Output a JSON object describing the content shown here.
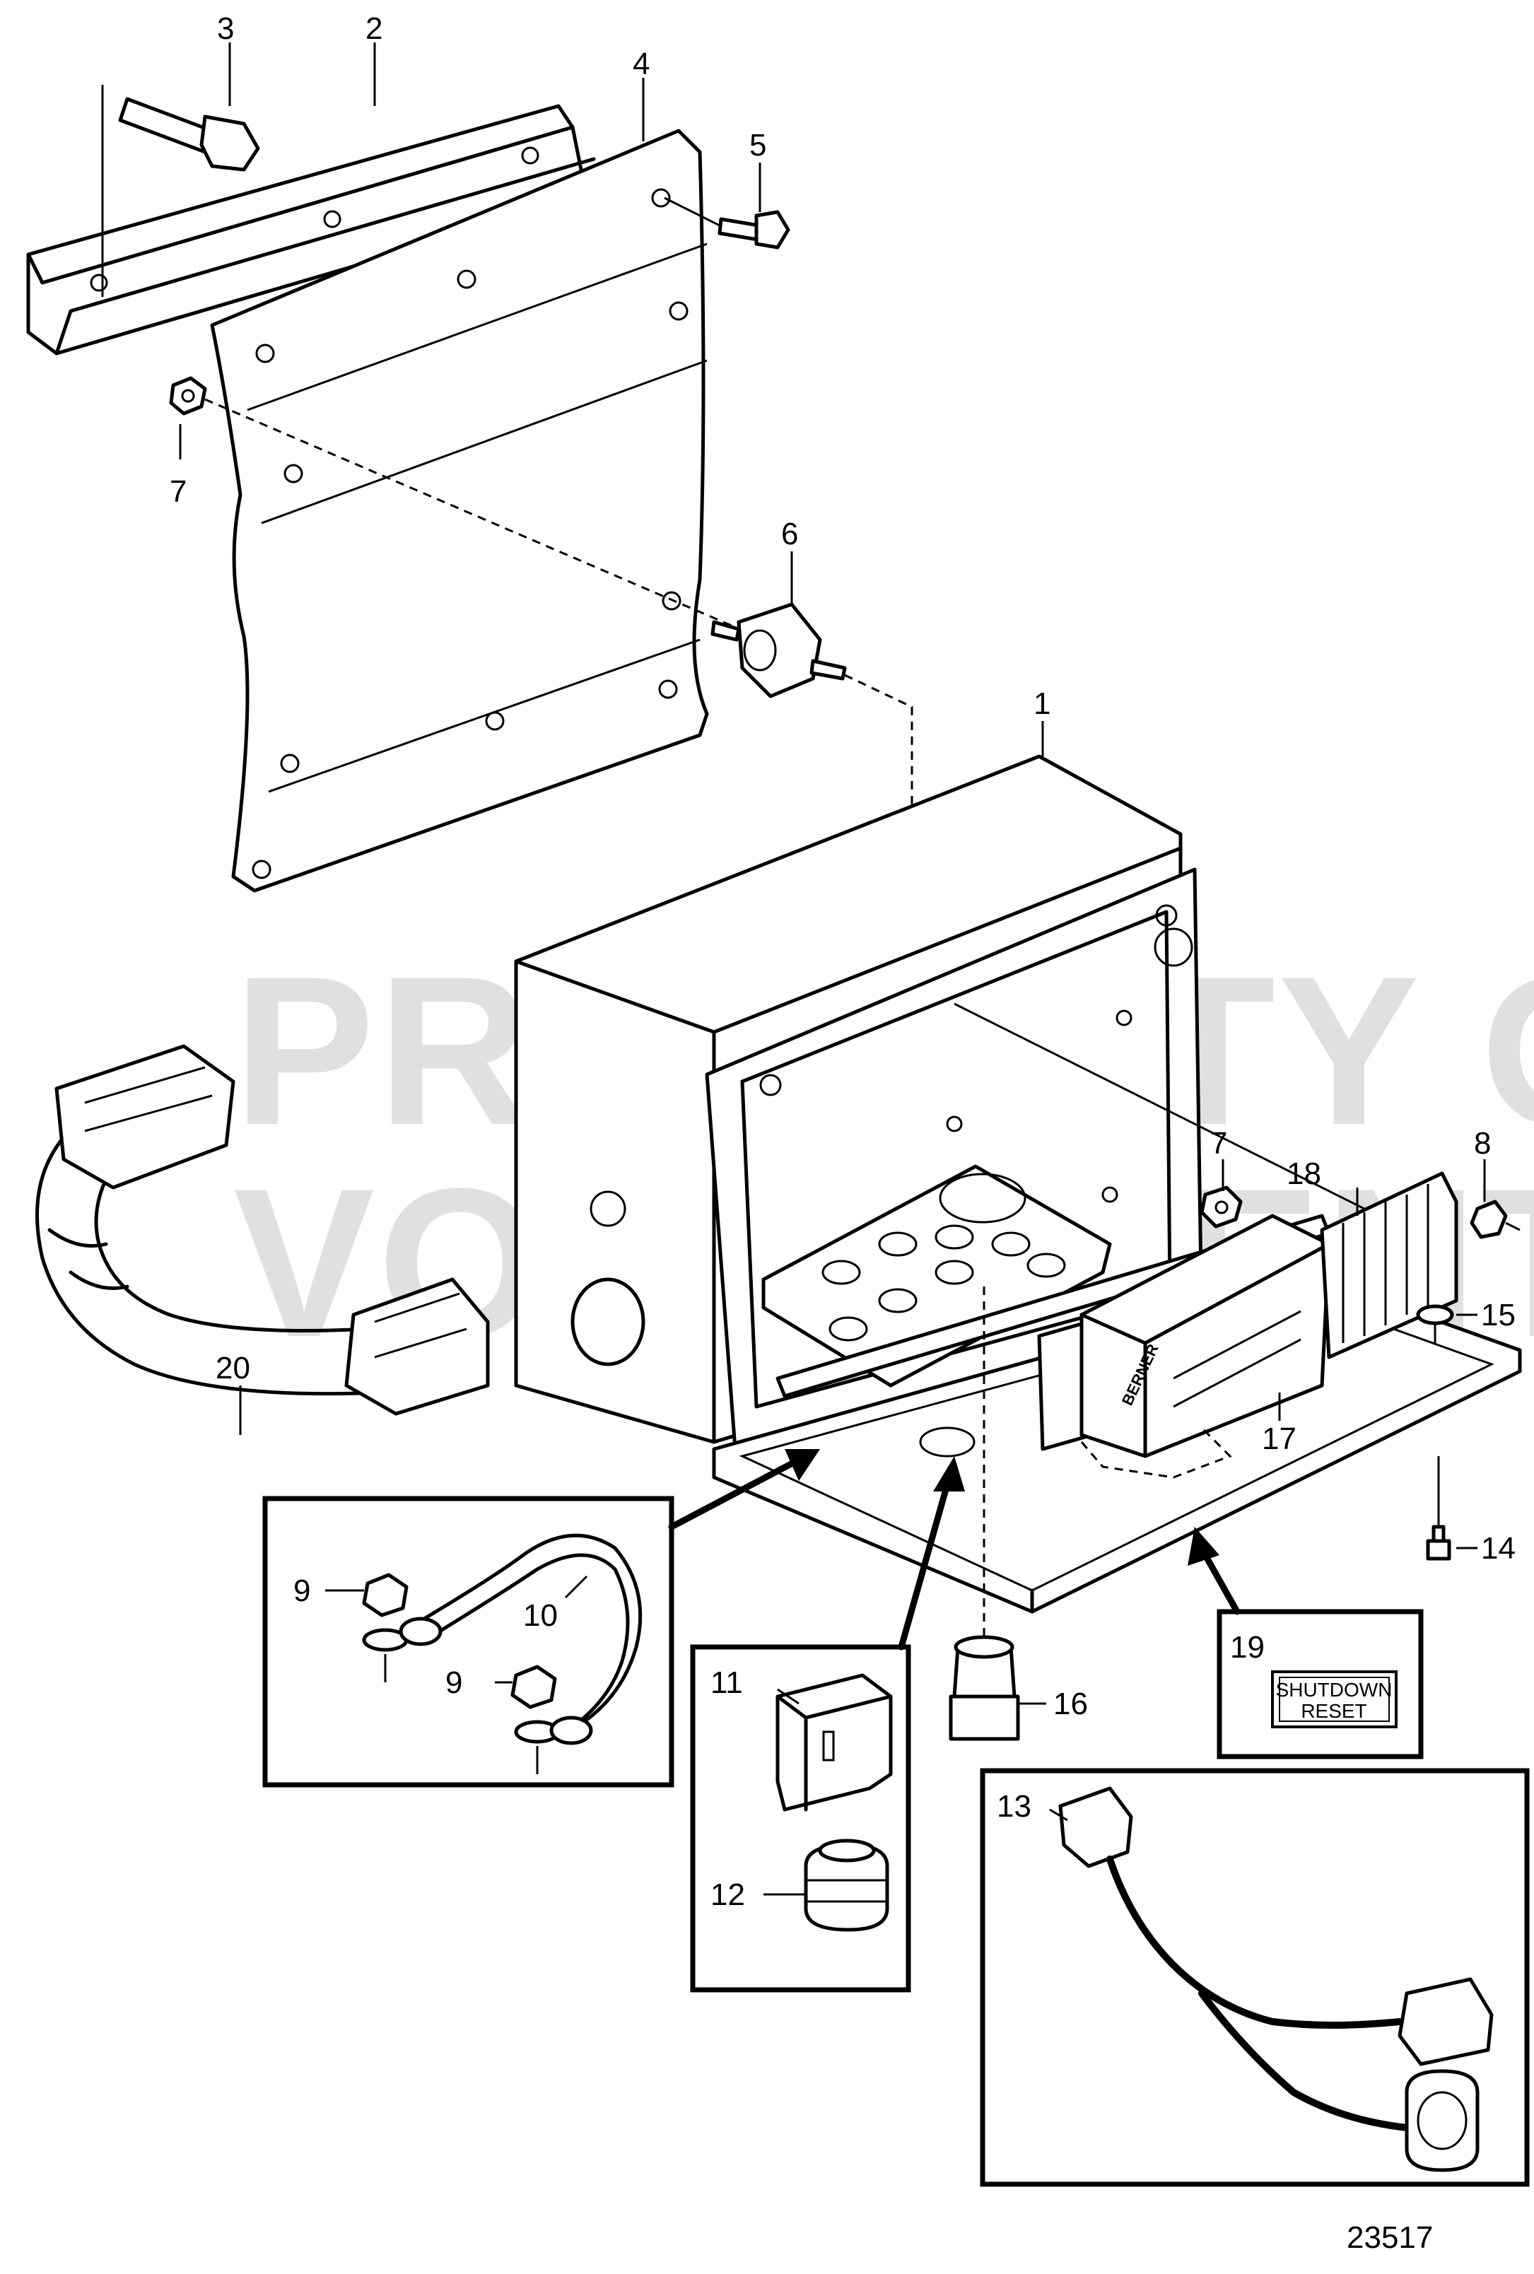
{
  "watermark": {
    "line1": "PROPERTY OF",
    "line2": "VOLVO PENTA"
  },
  "figure_number": "23517",
  "callouts": {
    "c1": "1",
    "c2": "2",
    "c3": "3",
    "c4": "4",
    "c5": "5",
    "c6": "6",
    "c7a": "7",
    "c7b": "7",
    "c8": "8",
    "c9a": "9",
    "c9b": "9",
    "c10": "10",
    "c11": "11",
    "c12": "12",
    "c13": "13",
    "c14": "14",
    "c15": "15",
    "c16": "16",
    "c17": "17",
    "c18": "18",
    "c19": "19",
    "c20": "20"
  },
  "module_brand": "BERNER",
  "decal": {
    "line1": "SHUTDOWN",
    "line2": "RESET"
  }
}
